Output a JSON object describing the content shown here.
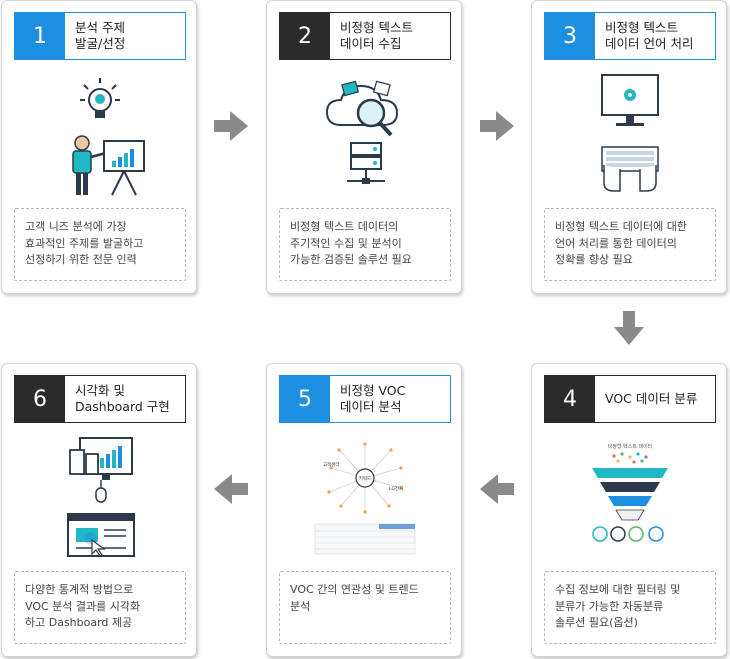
{
  "steps": [
    {
      "num": "1",
      "title": "분석 주제\n발굴/선정",
      "desc": "고객 니즈 분석에 가장\n효과적인 주제를 발굴하고\n선정하기 위한 전문 인력"
    },
    {
      "num": "2",
      "title": "비정형 텍스트\n데이터 수집",
      "desc": "비정형 텍스트 데이터의\n주기적인 수집 및 분석이\n가능한 검증된 솔루션 필요"
    },
    {
      "num": "3",
      "title": "비정형 텍스트\n데이터 언어 처리",
      "desc": "비정형 텍스트 데이터에 대한\n언어 처리를 통한 데이터의\n정확률 향상 필요"
    },
    {
      "num": "4",
      "title": "VOC 데이터 분류",
      "desc": "수집 정보에 대한 필터링 및\n분류가 가능한 자동분류\n솔루션 필요(옵션)"
    },
    {
      "num": "5",
      "title": "비정형 VOC\n데이터 분석",
      "desc": "VOC 간의 연관성 및 트렌드\n분석"
    },
    {
      "num": "6",
      "title": "시각화 및\nDashboard 구현",
      "desc": "다양한 통계적 방법으로\nVOC 분석 결과를 시각화\n하고 Dashboard 제공"
    }
  ],
  "colors": {
    "dark": "#2b2b2b",
    "blue": "#1d8fe1",
    "arrow": "#8a8a8a"
  },
  "network": {
    "center": "키워드",
    "nodes": [
      "고객센터",
      "LG전자"
    ]
  },
  "funnel": {
    "top": "비정형 텍스트 데이터"
  }
}
